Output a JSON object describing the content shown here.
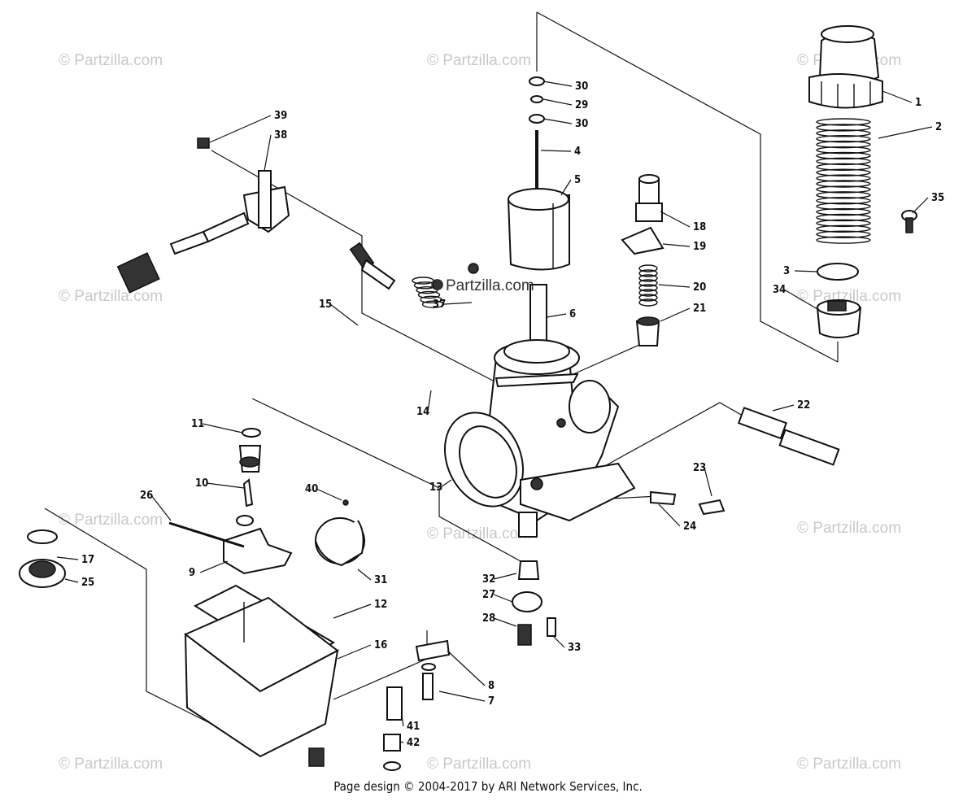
{
  "watermark": "© Partzilla.com",
  "center_watermark": "Partzilla.com",
  "footer": "Page design © 2004-2017 by ARI Network Services, Inc.",
  "callouts": [
    "1",
    "2",
    "3",
    "4",
    "5",
    "6",
    "7",
    "8",
    "9",
    "10",
    "11",
    "12",
    "13",
    "14",
    "15",
    "16",
    "17",
    "18",
    "19",
    "20",
    "21",
    "22",
    "23",
    "24",
    "25",
    "26",
    "27",
    "28",
    "29",
    "30",
    "30",
    "31",
    "32",
    "33",
    "34",
    "35",
    "37",
    "38",
    "39",
    "40",
    "41",
    "42"
  ]
}
